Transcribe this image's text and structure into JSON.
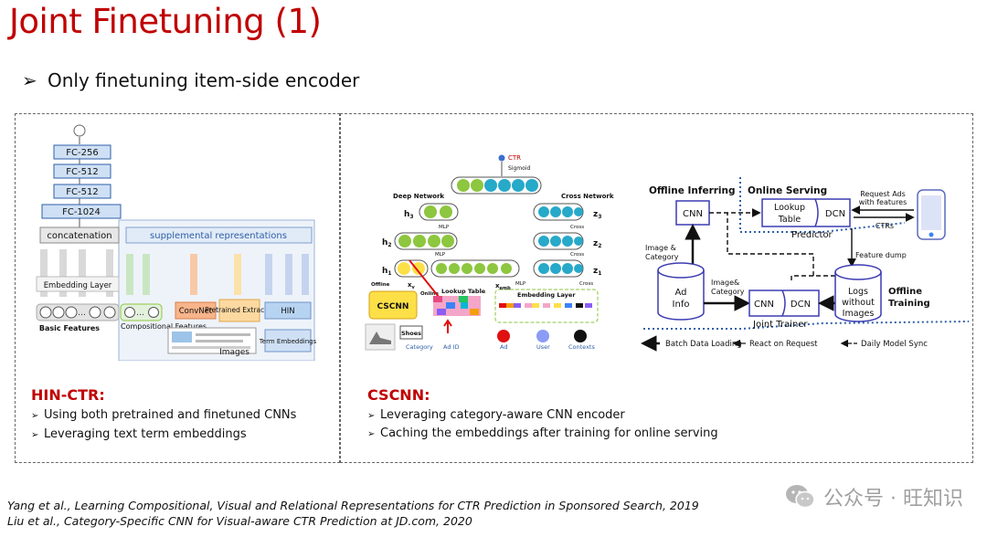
{
  "slide": {
    "title": "Joint Finetuning (1)",
    "bullet": "Only finetuning item-side encoder"
  },
  "left_diagram": {
    "fc_layers": [
      "FC-256",
      "FC-512",
      "FC-512",
      "FC-1024"
    ],
    "concatenation": "concatenation",
    "supplemental": "supplemental representations",
    "embedding_layer": "Embedding Layer",
    "basic_features": "Basic Features",
    "compositional_features": "Compositional Features",
    "convnet": "ConvNet",
    "pretrained_extractor": "Pretrained Extractor",
    "hin": "HIN",
    "images": "Images",
    "term_embeddings": "Term Embeddings",
    "ellipsis": "..."
  },
  "mid_diagram": {
    "ctr": "CTR",
    "sigmoid": "Sigmoid",
    "deep_network": "Deep Network",
    "cross_network": "Cross Network",
    "mlp": "MLP",
    "cross": "Cross",
    "h3": "h",
    "h3_sub": "3",
    "h2": "h",
    "h2_sub": "2",
    "h1": "h",
    "h1_sub": "1",
    "z3": "z",
    "z3_sub": "3",
    "z2": "z",
    "z2_sub": "2",
    "z1": "z",
    "z1_sub": "1",
    "offline": "Offline",
    "online": "Online",
    "xv": "x",
    "xv_sub": "v",
    "lookup_table": "Lookup Table",
    "embedding_layer": "Embedding Layer",
    "xemb": "x",
    "xemb_sub": "emb",
    "cscnn": "CSCNN",
    "shoes": "Shoes",
    "category": "Category",
    "ad_id": "Ad ID",
    "ad": "Ad",
    "user": "User",
    "contexts": "Contexts"
  },
  "right_diagram": {
    "offline_inferring": "Offline Inferring",
    "online_serving": "Online Serving",
    "cnn": "CNN",
    "lookup_table_1": "Lookup",
    "lookup_table_2": "Table",
    "dcn": "DCN",
    "predictor": "Predictor",
    "request_ads_1": "Request Ads",
    "request_ads_2": "with features",
    "ctrs": "CTRs",
    "image_category_1": "Image &",
    "image_category_2": "Category",
    "feature_dump": "Feature dump",
    "ad_info_1": "Ad",
    "ad_info_2": "Info",
    "image_category_b1": "Image&",
    "image_category_b2": "Category",
    "logs_1": "Logs",
    "logs_2": "without",
    "logs_3": "Images",
    "offline_training_1": "Offline",
    "offline_training_2": "Training",
    "joint_trainer": "Joint Trainer",
    "legend_batch": "Batch Data Loading",
    "legend_react": "React on Request",
    "legend_sync": "Daily Model Sync"
  },
  "hin_ctr": {
    "heading": "HIN-CTR:",
    "points": [
      "Using both pretrained and finetuned CNNs",
      "Leveraging text term embeddings"
    ]
  },
  "cscnn": {
    "heading": "CSCNN:",
    "points": [
      "Leveraging category-aware CNN encoder",
      "Caching the embeddings after training for online serving"
    ]
  },
  "references": [
    "Yang et al., Learning Compositional, Visual and Relational Representations for CTR Prediction in Sponsored Search, 2019",
    "Liu et al., Category-Specific CNN for Visual-aware CTR Prediction at JD.com, 2020"
  ],
  "watermark": "公众号 · 旺知识",
  "colors": {
    "title": "#c00000",
    "fc_fill": "#cfe0f5",
    "fc_stroke": "#2e5fa8",
    "green_node": "#8dc63f",
    "blue_node": "#27a9c9",
    "yellow": "#fde047",
    "convnet": "#f8b48a",
    "pretrained": "#fcd9a0",
    "hin": "#b7d3f2"
  },
  "icons": [
    "arrow-bullet-icon",
    "wechat-icon"
  ]
}
